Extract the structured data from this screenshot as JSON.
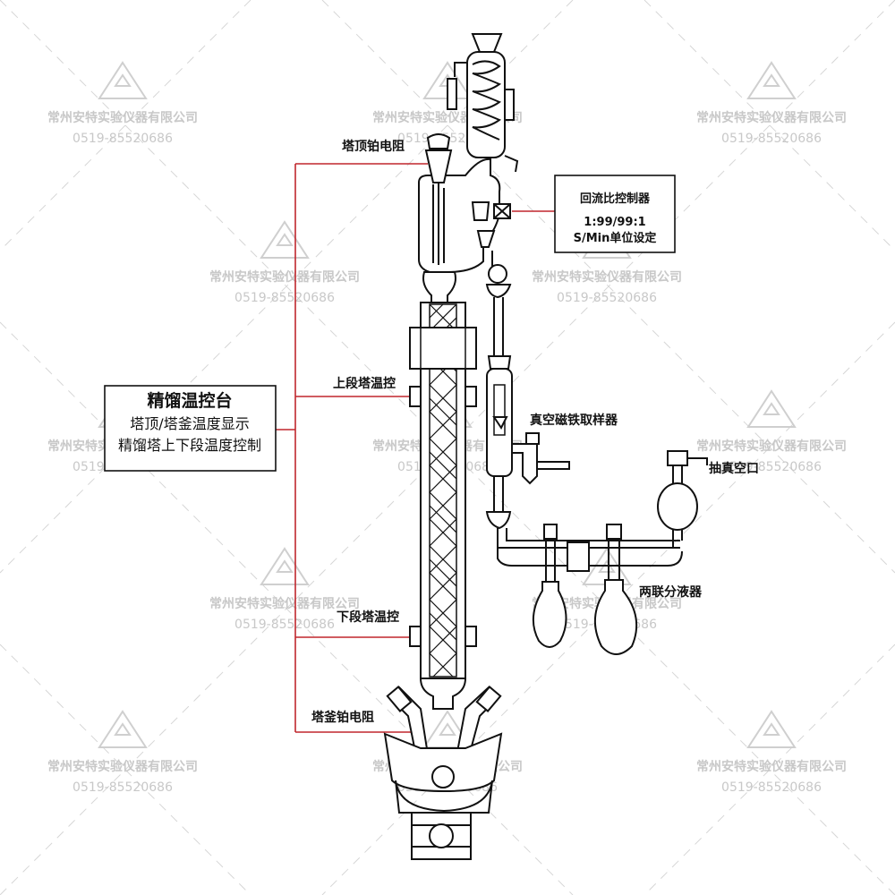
{
  "watermark": {
    "company": "常州安特实验仪器有限公司",
    "phone": "0519-85520686",
    "color": "#c8c8c8"
  },
  "control_box": {
    "title": "精馏温控台",
    "line1": "塔顶/塔釜温度显示",
    "line2": "精馏塔上下段温度控制"
  },
  "reflux_box": {
    "title": "回流比控制器",
    "line1": "1:99/99:1",
    "line2": "S/Min单位设定"
  },
  "labels": {
    "top_sensor": "塔顶铂电阻",
    "upper_temp": "上段塔温控",
    "lower_temp": "下段塔温控",
    "bottom_sensor": "塔釜铂电阻",
    "sampler": "真空磁铁取样器",
    "vacuum_port": "抽真空口",
    "dual_receiver": "两联分液器"
  },
  "colors": {
    "wire": "#c0272d",
    "outline": "#111111"
  }
}
